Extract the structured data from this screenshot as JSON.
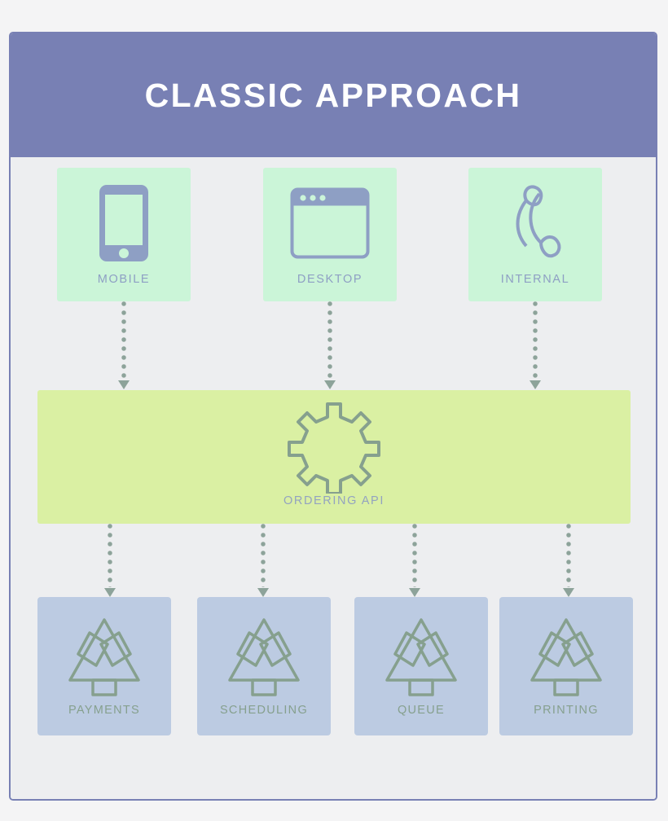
{
  "header": {
    "title": "CLASSIC APPROACH",
    "background_color": "#7880b4",
    "text_color": "#ffffff"
  },
  "card": {
    "border_color": "#7880b4",
    "background_color": "#edeef0"
  },
  "clients": {
    "background_color": "#cbf5d8",
    "label_color": "#8e9fc4",
    "icon_color": "#8e9fc4",
    "items": [
      {
        "label": "MOBILE",
        "icon": "mobile-phone-icon"
      },
      {
        "label": "DESKTOP",
        "icon": "browser-window-icon"
      },
      {
        "label": "INTERNAL",
        "icon": "telephone-handset-icon"
      }
    ]
  },
  "api": {
    "label": "ORDERING API",
    "icon": "gear-icon",
    "background_color": "#daf0a3",
    "label_color": "#93a3c0",
    "icon_color": "#86a08e"
  },
  "services": {
    "background_color": "#bccbe2",
    "label_color": "#86a08e",
    "icon_color": "#86a08e",
    "items": [
      {
        "label": "PAYMENTS",
        "icon": "pine-tree-icon"
      },
      {
        "label": "SCHEDULING",
        "icon": "pine-tree-icon"
      },
      {
        "label": "QUEUE",
        "icon": "pine-tree-icon"
      },
      {
        "label": "PRINTING",
        "icon": "pine-tree-icon"
      }
    ]
  },
  "arrows": {
    "color": "#8da39a",
    "style": "dotted-down-arrow",
    "from_clients_count": 3,
    "to_services_count": 4
  }
}
